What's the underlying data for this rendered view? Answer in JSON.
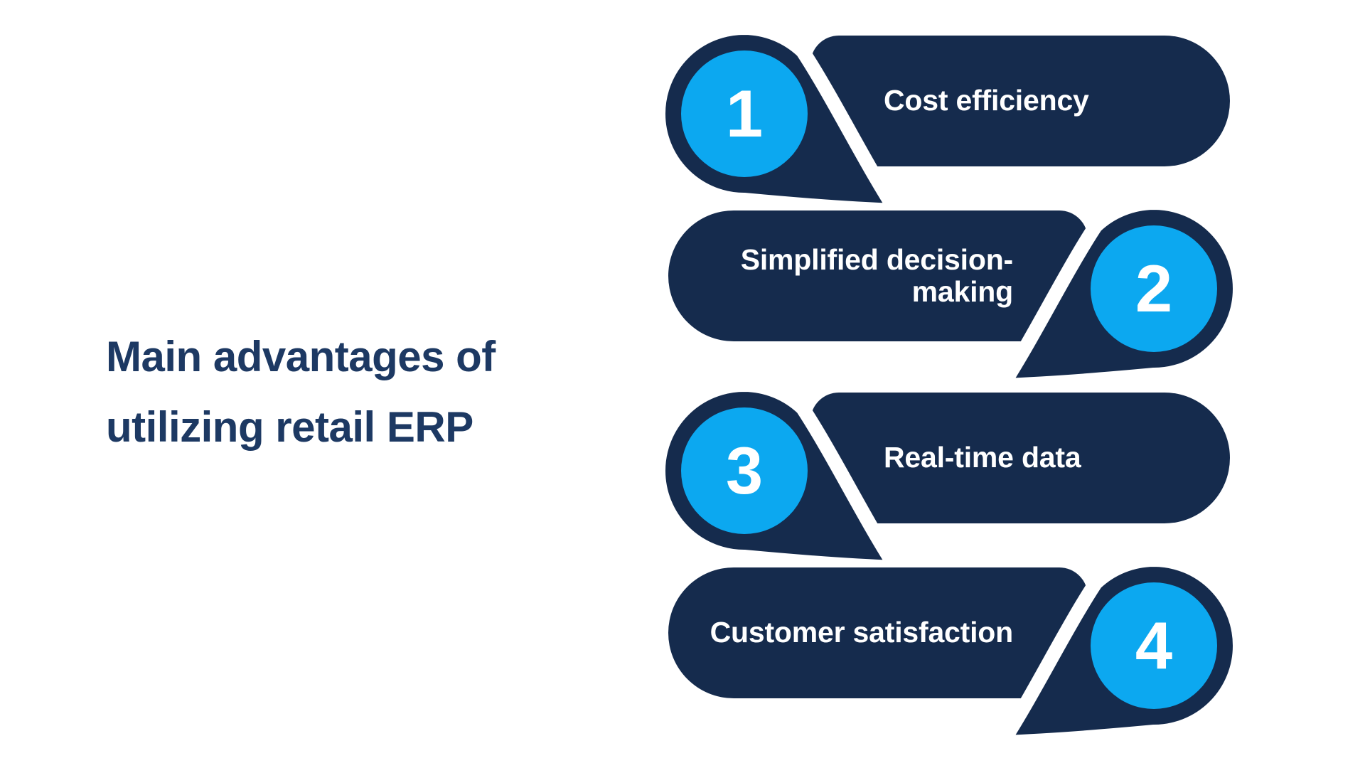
{
  "title": {
    "line1": "Main advantages of",
    "line2": "utilizing retail ERP"
  },
  "items": [
    {
      "number": "1",
      "label": "Cost efficiency",
      "side": "left"
    },
    {
      "number": "2",
      "label": "Simplified decision-\nmaking",
      "side": "right"
    },
    {
      "number": "3",
      "label": "Real-time data",
      "side": "left"
    },
    {
      "number": "4",
      "label": "Customer satisfaction",
      "side": "right"
    }
  ],
  "colors": {
    "background": "#ffffff",
    "navy": "#152b4d",
    "blue": "#0ca8f0",
    "title": "#1d3963",
    "label_text": "#ffffff"
  }
}
